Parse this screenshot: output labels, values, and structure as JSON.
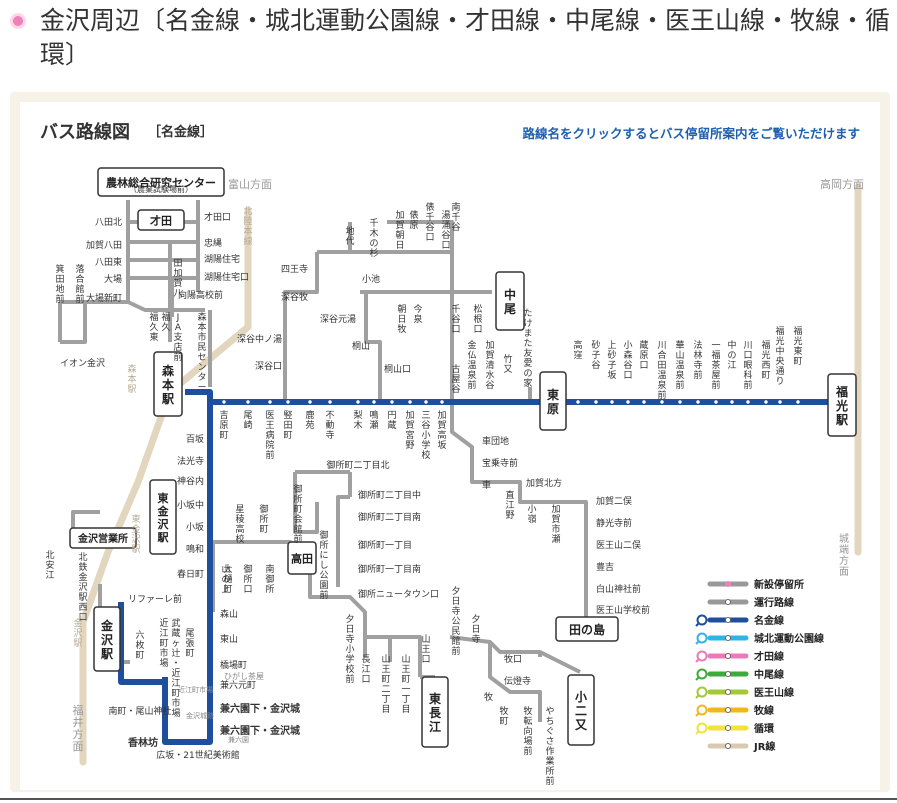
{
  "header": {
    "title": "金沢周辺〔名金線・城北運動公園線・才田線・中尾線・医王山線・牧線・循環〕"
  },
  "map": {
    "title": "バス路線図",
    "subtitle": "［名金線］",
    "instruction": "路線名をクリックするとバス停留所案内をご覧いただけます",
    "directions": {
      "toyama": "富山方面",
      "takaoka": "高岡方面",
      "johana": "城端方面",
      "fukui": "福井方面",
      "hokuriku_line": "北陸本線"
    },
    "hubs": {
      "noringo": "農林総合研究センター",
      "noringo_sub": "（農業試験場前）",
      "saida": "才田",
      "nakao": "中尾",
      "morimoto": "森本駅",
      "higashihara": "東原",
      "fukumitsu": "福光駅",
      "higashikanazawa": "東金沢駅",
      "kanazawa": "金沢駅",
      "takada": "高田",
      "tanoshima": "田の島",
      "higashinagae": "東長江",
      "konimata": "小二又",
      "eigyosho": "金沢営業所"
    },
    "rail_labels": {
      "morimoto_jr": "森本駅",
      "higashikanazawa_jr": "東金沢駅",
      "kanazawa_jr": "金沢駅",
      "nishikanazawa": "北鉄金沢駅西口",
      "kitaekie": "北安江"
    },
    "stops": {
      "saida_area": [
        "八田北",
        "加賀八田",
        "八田東",
        "大場",
        "大場新町",
        "才田口",
        "忠縄",
        "湖陽住宅",
        "湖陽住宅口",
        "田加賀八",
        "向陽高校前"
      ],
      "west": [
        "福久東",
        "福久",
        "JA支店前",
        "森本市民センター",
        "箕田地前",
        "落合館前",
        "イオン金沢"
      ],
      "nakao_branch": [
        "地代",
        "千木の杉",
        "加賀朝日",
        "俵原",
        "俵千谷口",
        "湯涌谷口",
        "南千谷",
        "四王寺",
        "深谷牧",
        "深谷元湯",
        "小池",
        "朝日牧",
        "今泉",
        "千谷口",
        "松根口",
        "深谷中ノ湯",
        "深谷口",
        "桐山",
        "桐山口"
      ],
      "trunk": [
        "吉原町",
        "尾崎",
        "医王病院前",
        "竪田町",
        "鹿苑",
        "不動寺",
        "梨木",
        "鳴瀬",
        "円蔵",
        "加賀宮野",
        "三谷小学校",
        "加賀高坂",
        "古屋谷",
        "金仏温泉前",
        "加賀清水谷",
        "竹又",
        "たけまた友愛の家"
      ],
      "east": [
        "高窪",
        "砂子谷",
        "上砂子坂",
        "小森谷口",
        "蔵原口",
        "川合田温泉前",
        "華山温泉前",
        "法林寺前",
        "一福茶屋前",
        "中の江",
        "川口眼科前",
        "福光西町",
        "福光中央通り",
        "福光東町"
      ],
      "south_trunk": [
        "百坂",
        "法光寺",
        "神谷内",
        "小坂中",
        "小坂",
        "鳴和",
        "春日町",
        "山の上",
        "森山",
        "東山",
        "橋場町",
        "兼六元町",
        "兼六園下・金沢城"
      ],
      "higashinagae_area": [
        "車団地",
        "宝乗寺前",
        "車",
        "加賀北方",
        "直江野",
        "小嶺",
        "加賀市瀬",
        "加賀二俣",
        "静光寺前",
        "医王山二俣",
        "豊吉",
        "白山神社前",
        "医王山学校前"
      ],
      "gosho": [
        "御所町二丁目北",
        "御所町会館前",
        "御所町二丁目中",
        "御所町二丁目南",
        "御所町一丁目",
        "御所町一丁目南",
        "御所にし公園前",
        "御所ニュータウン口",
        "星稜高校",
        "御所町",
        "大樋町",
        "御所口",
        "南御所"
      ],
      "south_east": [
        "夕日寺小学校前",
        "長江口",
        "山王町二丁目",
        "山王町一丁目",
        "夕日寺公民館前",
        "夕日寺",
        "山王口",
        "牧口",
        "伝燈寺",
        "牧",
        "牧町",
        "牧転向場前",
        "やちぐさ作業所前"
      ],
      "kanazawa_area": [
        "リファーレ前",
        "六枚町",
        "近江町市場",
        "武蔵ヶ辻・近江町市場",
        "尾張町",
        "南町・尾山神社",
        "香林坊",
        "広坂・21世紀美術館"
      ],
      "landmarks": [
        "近江町市場",
        "ひがし茶屋",
        "金沢城跡",
        "兼六園"
      ]
    },
    "legend": [
      {
        "label": "新設停留所",
        "color": "#f080b8",
        "icon": "new-stop-icon"
      },
      {
        "label": "運行路線",
        "color": "#999999",
        "icon": "route-line-icon"
      },
      {
        "label": "名金線",
        "color": "#1e4e9c",
        "icon": "magnifier-icon"
      },
      {
        "label": "城北運動公園線",
        "color": "#30b4e6",
        "icon": "magnifier-icon"
      },
      {
        "label": "才田線",
        "color": "#ec79b8",
        "icon": "magnifier-icon"
      },
      {
        "label": "中尾線",
        "color": "#3faa3c",
        "icon": "magnifier-icon"
      },
      {
        "label": "医王山線",
        "color": "#a4c836",
        "icon": "magnifier-icon"
      },
      {
        "label": "牧線",
        "color": "#f0b81e",
        "icon": "magnifier-icon"
      },
      {
        "label": "循環",
        "color": "#f2e23c",
        "icon": "magnifier-icon"
      },
      {
        "label": "JR線",
        "color": "#d8cbb0",
        "icon": "jr-line-icon"
      }
    ],
    "colors": {
      "meikin": "#1e4e9c",
      "route_gray": "#999999",
      "jr": "#e2d6bf",
      "link": "#1e5fae"
    }
  }
}
